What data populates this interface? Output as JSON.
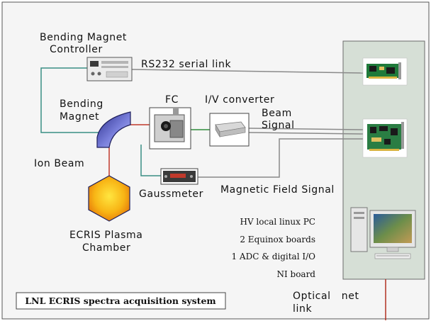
{
  "labels": {
    "bending_magnet_controller_line1": "Bending Magnet",
    "bending_magnet_controller_line2": "Controller",
    "rs232_link": "RS232 serial link",
    "bending_magnet_line1": "Bending",
    "bending_magnet_line2": "Magnet",
    "fc": "FC",
    "iv_converter": "I/V converter",
    "beam_signal_line1": "Beam",
    "beam_signal_line2": "Signal",
    "ion_beam": "Ion Beam",
    "gaussmeter": "Gaussmeter",
    "magnetic_field_signal": "Magnetic Field Signal",
    "ecris_line1": "ECRIS Plasma",
    "ecris_line2": "Chamber",
    "pc_desc_line1": "HV local linux PC",
    "pc_desc_line2": "2 Equinox boards",
    "pc_desc_line3": "1 ADC & digital I/O",
    "pc_desc_line4": "NI board",
    "optical_line1": "Optical   net",
    "optical_line2": "link",
    "system_title": "LNL ECRIS spectra acquisition system"
  },
  "colors": {
    "background": "#f5f5f5",
    "pc_panel": "#d6dfd6",
    "teal_wire": "#3a8f84",
    "gray_wire": "#8a8a8a",
    "red_wire": "#c0392b",
    "green_wire": "#2e8b3c",
    "magnet_blue": "#6a6fd0",
    "plasma_orange": "#f29a12"
  }
}
